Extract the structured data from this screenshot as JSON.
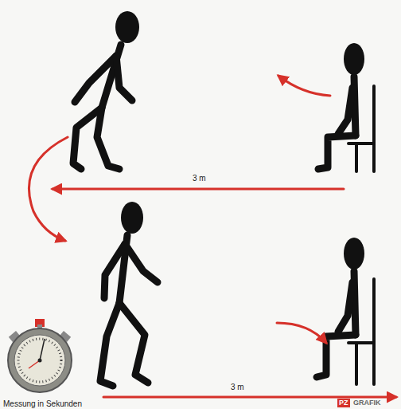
{
  "diagram": {
    "labels": [
      "3 m",
      "3 m",
      "Messung in Sekunden",
      "PZ",
      "GRAFIK"
    ]
  }
}
